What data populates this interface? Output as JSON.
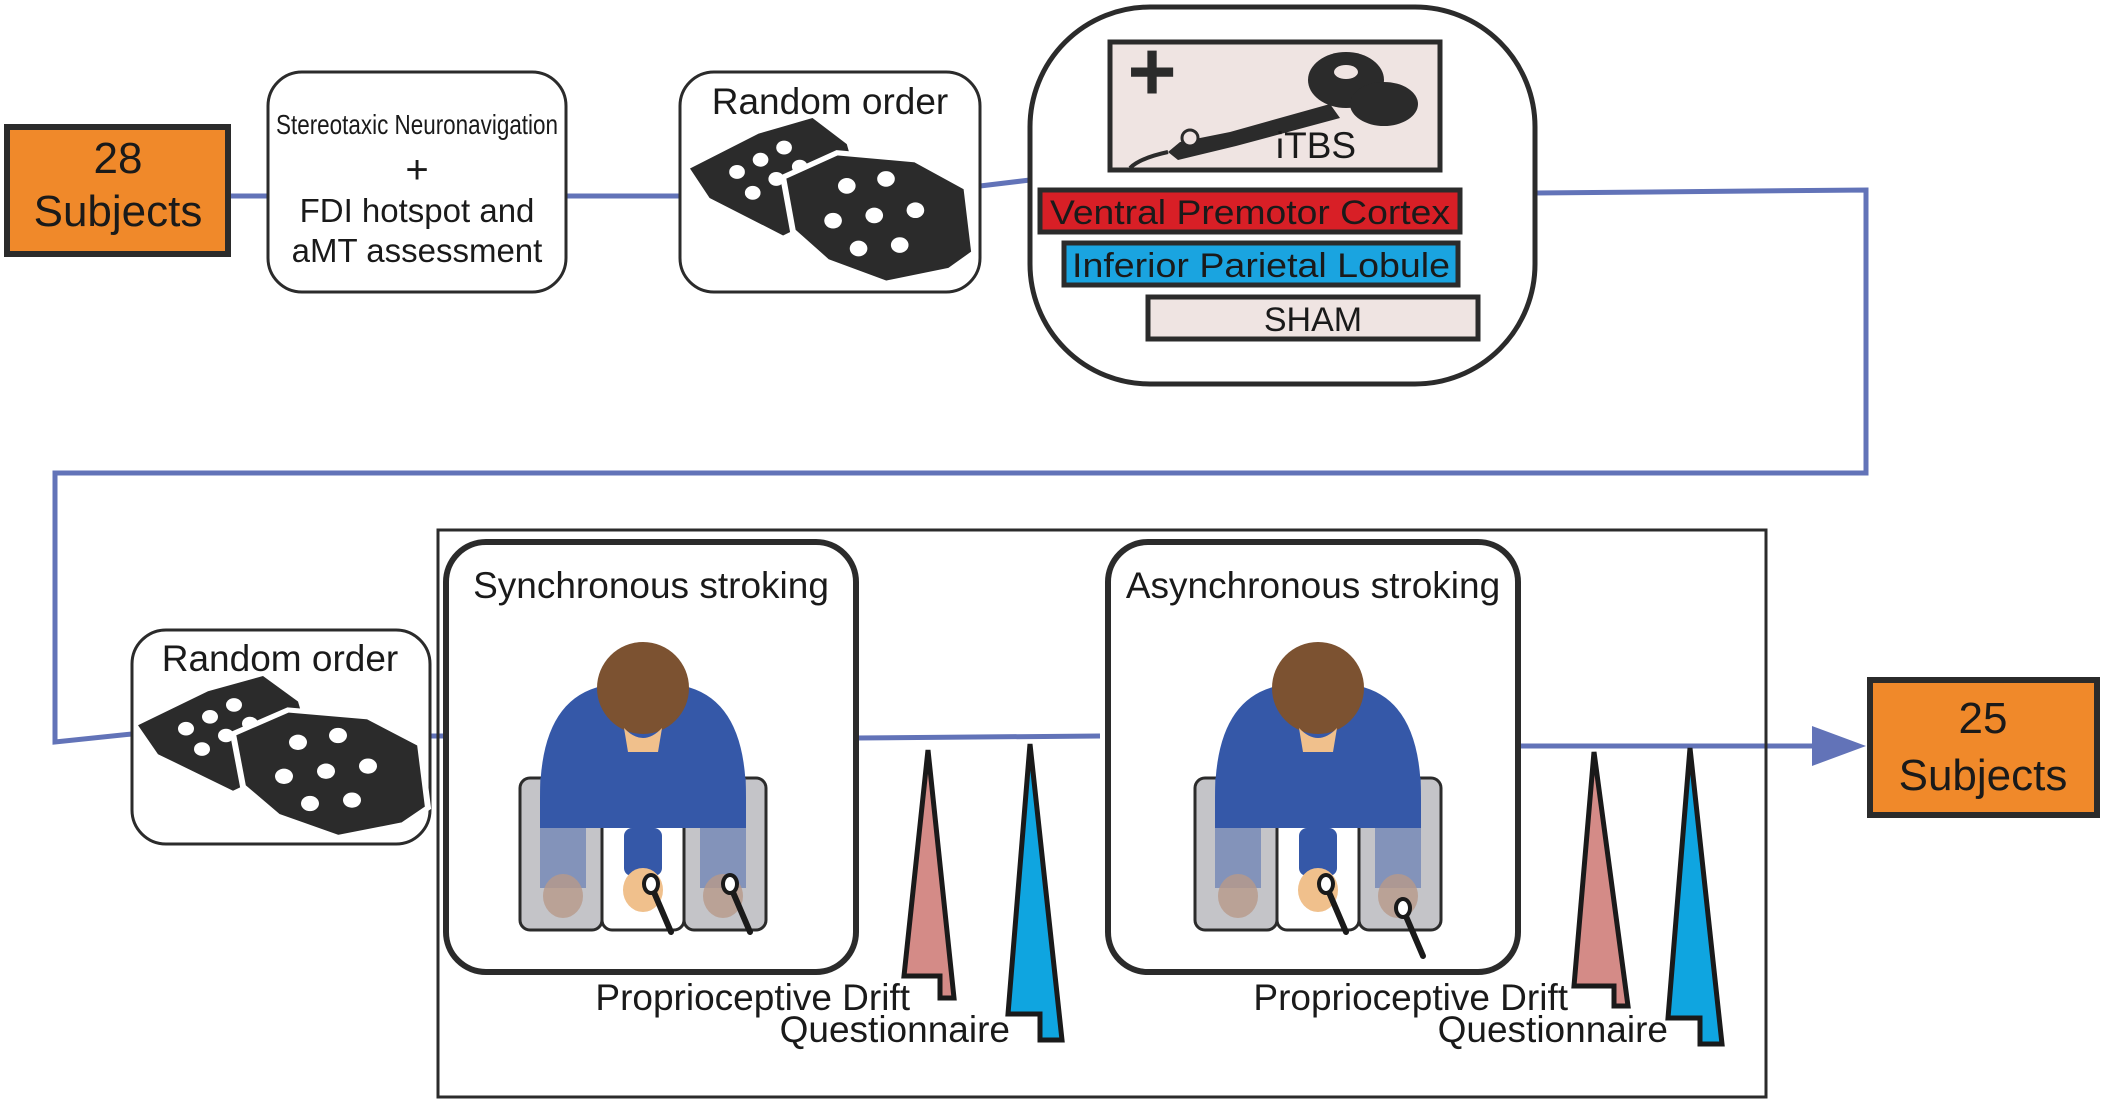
{
  "start": {
    "count": "28",
    "unit": "Subjects"
  },
  "end": {
    "count": "25",
    "unit": "Subjects"
  },
  "neuronavigation": {
    "line1": "Stereotaxic Neuronavigation",
    "plus": "+",
    "line2": "FDI hotspot and",
    "line3": "aMT assessment"
  },
  "randomization_top": {
    "label": "Random order"
  },
  "randomization_bottom": {
    "label": "Random order"
  },
  "stimulation": {
    "plus": "+",
    "protocol": "iTBS",
    "targets": [
      {
        "label": "Ventral Premotor Cortex",
        "color": "#d81f26"
      },
      {
        "label": "Inferior Parietal Lobule",
        "color": "#1aa4e0"
      },
      {
        "label": "SHAM",
        "color": "#efe4e2"
      }
    ]
  },
  "conditions": [
    {
      "label": "Synchronous stroking"
    },
    {
      "label": "Asynchronous stroking"
    }
  ],
  "measures": {
    "drift": "Proprioceptive Drift",
    "questionnaire": "Questionnaire",
    "drift_color": "#d48b87",
    "questionnaire_color": "#0fa5e0"
  },
  "colors": {
    "flow_line": "#6273b8",
    "subject_box": "#f0892a",
    "shirt": "#3558a8",
    "hair": "#7c5231",
    "skin": "#f0c08c"
  }
}
